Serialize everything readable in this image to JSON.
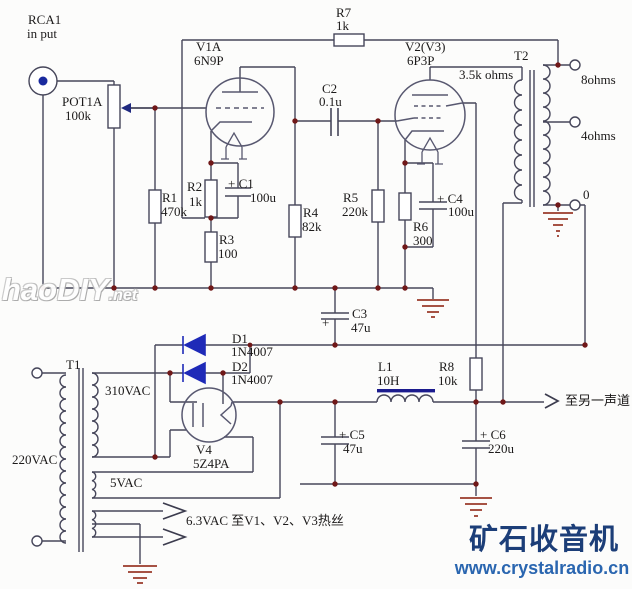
{
  "diagram": {
    "type": "schematic",
    "subject": "single-ended vacuum tube amplifier with power supply",
    "channels_note_present": true
  },
  "labels": {
    "rca1": {
      "text": "RCA1"
    },
    "input": {
      "text": "in put"
    },
    "pot1a": {
      "text": "POT1A"
    },
    "pot1a_v": {
      "text": "100k"
    },
    "v1a": {
      "text": "V1A"
    },
    "v1a_t": {
      "text": "6N9P"
    },
    "r7": {
      "text": "R7"
    },
    "r7_v": {
      "text": "1k"
    },
    "c2": {
      "text": "C2"
    },
    "c2_v": {
      "text": "0.1u"
    },
    "v2": {
      "text": "V2(V3)"
    },
    "v2_t": {
      "text": "6P3P"
    },
    "t2": {
      "text": "T2"
    },
    "load": {
      "text": "3.5k ohms"
    },
    "tap8": {
      "text": "8ohms"
    },
    "tap4": {
      "text": "4ohms"
    },
    "tap0": {
      "text": "0"
    },
    "r1": {
      "text": "R1"
    },
    "r1_v": {
      "text": "470k"
    },
    "r2": {
      "text": "R2"
    },
    "r2_v": {
      "text": "1k"
    },
    "c1": {
      "text": "+ C1"
    },
    "c1_v": {
      "text": "100u"
    },
    "r3": {
      "text": "R3"
    },
    "r3_v": {
      "text": "100"
    },
    "r4": {
      "text": "R4"
    },
    "r4_v": {
      "text": "82k"
    },
    "r5": {
      "text": "R5"
    },
    "r5_v": {
      "text": "220k"
    },
    "r6": {
      "text": "R6"
    },
    "r6_v": {
      "text": "300"
    },
    "c4": {
      "text": "+ C4"
    },
    "c4_v": {
      "text": "100u"
    },
    "c3": {
      "text": "C3"
    },
    "c3_v": {
      "text": "47u"
    },
    "c3_p": {
      "text": "+"
    },
    "d1": {
      "text": "D1"
    },
    "d1_v": {
      "text": "1N4007"
    },
    "d2": {
      "text": "D2"
    },
    "d2_v": {
      "text": "1N4007"
    },
    "t1": {
      "text": "T1"
    },
    "hv": {
      "text": "310VAC"
    },
    "mains": {
      "text": "220VAC"
    },
    "fil5": {
      "text": "5VAC"
    },
    "v4": {
      "text": "V4"
    },
    "v4_t": {
      "text": "5Z4PA"
    },
    "l1": {
      "text": "L1"
    },
    "l1_v": {
      "text": "10H"
    },
    "r8": {
      "text": "R8"
    },
    "r8_v": {
      "text": "10k"
    },
    "c5": {
      "text": "+ C5"
    },
    "c5_v": {
      "text": "47u"
    },
    "c6": {
      "text": "+ C6"
    },
    "c6_v": {
      "text": "220u"
    },
    "to_other_channel": {
      "text": "至另一声道"
    },
    "heater_note": {
      "text": "6.3VAC 至V1、V2、V3热丝"
    }
  },
  "watermark": {
    "main": "haoDIY",
    "suffix": ".net"
  },
  "branding": {
    "site_name": "矿石收音机",
    "site_url": "www.crystalradio.cn"
  },
  "components": [
    {
      "ref": "POT1A",
      "value": "100k",
      "type": "potentiometer"
    },
    {
      "ref": "V1A",
      "value": "6N9P",
      "type": "triode"
    },
    {
      "ref": "V2(V3)",
      "value": "6P3P",
      "type": "pentode"
    },
    {
      "ref": "V4",
      "value": "5Z4PA",
      "type": "rectifier-tube"
    },
    {
      "ref": "R1",
      "value": "470k"
    },
    {
      "ref": "R2",
      "value": "1k"
    },
    {
      "ref": "R3",
      "value": "100"
    },
    {
      "ref": "R4",
      "value": "82k"
    },
    {
      "ref": "R5",
      "value": "220k"
    },
    {
      "ref": "R6",
      "value": "300"
    },
    {
      "ref": "R7",
      "value": "1k"
    },
    {
      "ref": "R8",
      "value": "10k"
    },
    {
      "ref": "C1",
      "value": "100u"
    },
    {
      "ref": "C2",
      "value": "0.1u"
    },
    {
      "ref": "C3",
      "value": "47u"
    },
    {
      "ref": "C4",
      "value": "100u"
    },
    {
      "ref": "C5",
      "value": "47u"
    },
    {
      "ref": "C6",
      "value": "220u"
    },
    {
      "ref": "D1",
      "value": "1N4007"
    },
    {
      "ref": "D2",
      "value": "1N4007"
    },
    {
      "ref": "L1",
      "value": "10H"
    },
    {
      "ref": "T1",
      "value": "220VAC / 310VAC / 5VAC / 6.3VAC",
      "type": "power-transformer"
    },
    {
      "ref": "T2",
      "value": "3.5k ohms : 8/4/0 ohms",
      "type": "output-transformer"
    }
  ],
  "colors": {
    "wire": "#46465a",
    "tube": "#585870",
    "junction": "#701818",
    "diode": "#1f2ab8",
    "ground": "#9a3a2a",
    "choke_core": "#1b1b8e",
    "brand": "#1c3e78",
    "url": "#2a66b0",
    "rca_pin": "#1a2a9e",
    "background": "#fcfcfb"
  }
}
